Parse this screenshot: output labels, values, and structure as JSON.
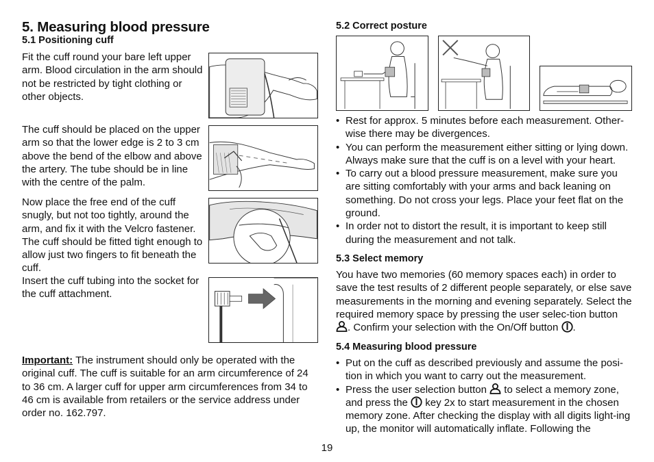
{
  "heading": "5. Measuring blood pressure",
  "sec51": {
    "title": "5.1 Positioning cuff",
    "p1": "Fit the cuff round your bare left upper arm. Blood circulation in the arm should not be restricted by tight clothing or other objects.",
    "p2": "The cuff should be placed on the upper arm so that the lower edge is 2 to 3 cm above the bend of the elbow and above the artery. The tube should be in line with the centre of the palm.",
    "p3": "Now place the free end of the cuff snugly, but not too tightly, around the arm, and fix it with the Velcro fastener. The cuff should be fitted tight enough to allow just two fingers to fit beneath the cuff.",
    "p4": "Insert the cuff tubing into the socket for the cuff attachment."
  },
  "important": {
    "label": "Important:",
    "text": " The instrument should only be operated with the original cuff. The cuff is suitable for an arm circumference of 24 to 36 cm. A larger cuff for upper arm circumferences from 34 to 46 cm is available from retailers or the service address under order no. 162.797."
  },
  "sec52": {
    "title": "5.2 Correct posture",
    "bullets": [
      "Rest for approx. 5 minutes before each measurement. Other-wise there may be divergences.",
      "You can perform the measurement either sitting or lying down. Always make sure that the cuff is on a level with your heart.",
      "To carry out a blood pressure measurement, make sure you are sitting comfortably with your arms and back leaning on something. Do not cross your legs. Place your feet flat on the ground.",
      "In order not to distort the result, it is important to keep still during the measurement and not talk."
    ]
  },
  "sec53": {
    "title": "5.3 Select memory",
    "text_a": "You have two memories (60 memory spaces each) in order to save the test results of 2 different people separately, or else save measurements in the morning and evening separately. Select the required memory space by pressing the user selec-tion button ",
    "text_b": ". Confirm your selection with the On/Off button ",
    "text_c": "."
  },
  "sec54": {
    "title": "5.4 Measuring blood pressure",
    "bullet1": "Put on the cuff as described previously and assume the posi-tion in which you want to carry out the measurement.",
    "bullet2_a": "Press the user selection button ",
    "bullet2_b": " to select a memory zone, and press the ",
    "bullet2_c": " key 2x to start measurement in the chosen memory zone. After checking the display with all digits light-ing up, the monitor will automatically inflate. Following the"
  },
  "page_number": "19",
  "icons": {
    "user": "user-selection-icon",
    "power": "power-icon"
  }
}
